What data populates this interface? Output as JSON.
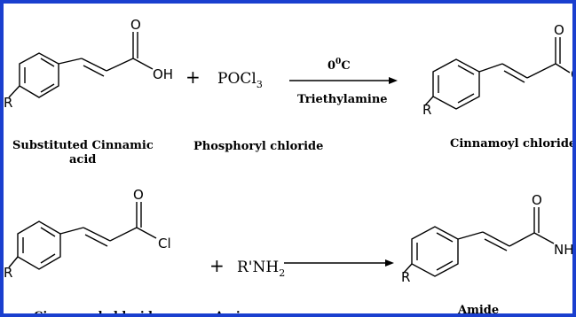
{
  "reaction1": {
    "reactant1_oh": "OH",
    "reactant1_o": "O",
    "reactant1_r": "R",
    "label_reactant1_line1": "Substituted Cinnamic",
    "label_reactant1_line2": "acid",
    "plus": "+",
    "reagent_text": "POCl",
    "reagent_sub": "3",
    "label_reagent": "Phosphoryl chloride",
    "condition_top": "0",
    "condition_top_sup": "0",
    "condition_top_unit": "C",
    "condition_bottom": "Triethylamine",
    "product_o_top": "O",
    "product_o_side": "C",
    "product_r": "R",
    "label_product": "Cinnamoyl chloride"
  },
  "reaction2": {
    "reactant1_o": "O",
    "reactant1_cl": "Cl",
    "reactant1_r": "R",
    "label_reactant1": "Cinnamoyl chloride",
    "plus": "+",
    "amine_text": "R'NH",
    "amine_sub": "2",
    "label_amine": "Amine",
    "product_o": "O",
    "product_nh": "NHR",
    "product_r": "R",
    "label_product": "Amide"
  }
}
